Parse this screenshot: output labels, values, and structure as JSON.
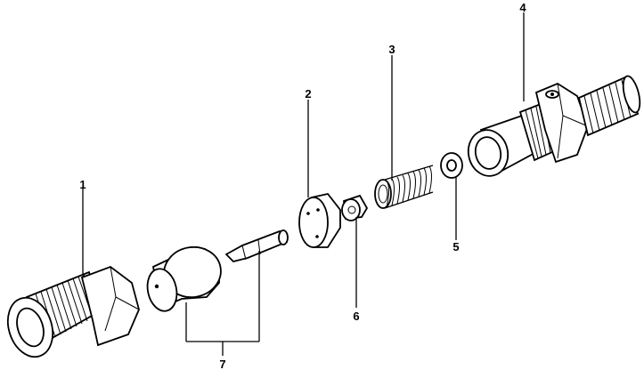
{
  "callouts": [
    {
      "id": "1",
      "text": "1"
    },
    {
      "id": "2",
      "text": "2"
    },
    {
      "id": "3",
      "text": "3"
    },
    {
      "id": "4",
      "text": "4"
    },
    {
      "id": "5",
      "text": "5"
    },
    {
      "id": "6",
      "text": "6"
    },
    {
      "id": "7",
      "text": "7"
    }
  ],
  "colors": {
    "ink": "#000000",
    "paper": "#ffffff"
  }
}
